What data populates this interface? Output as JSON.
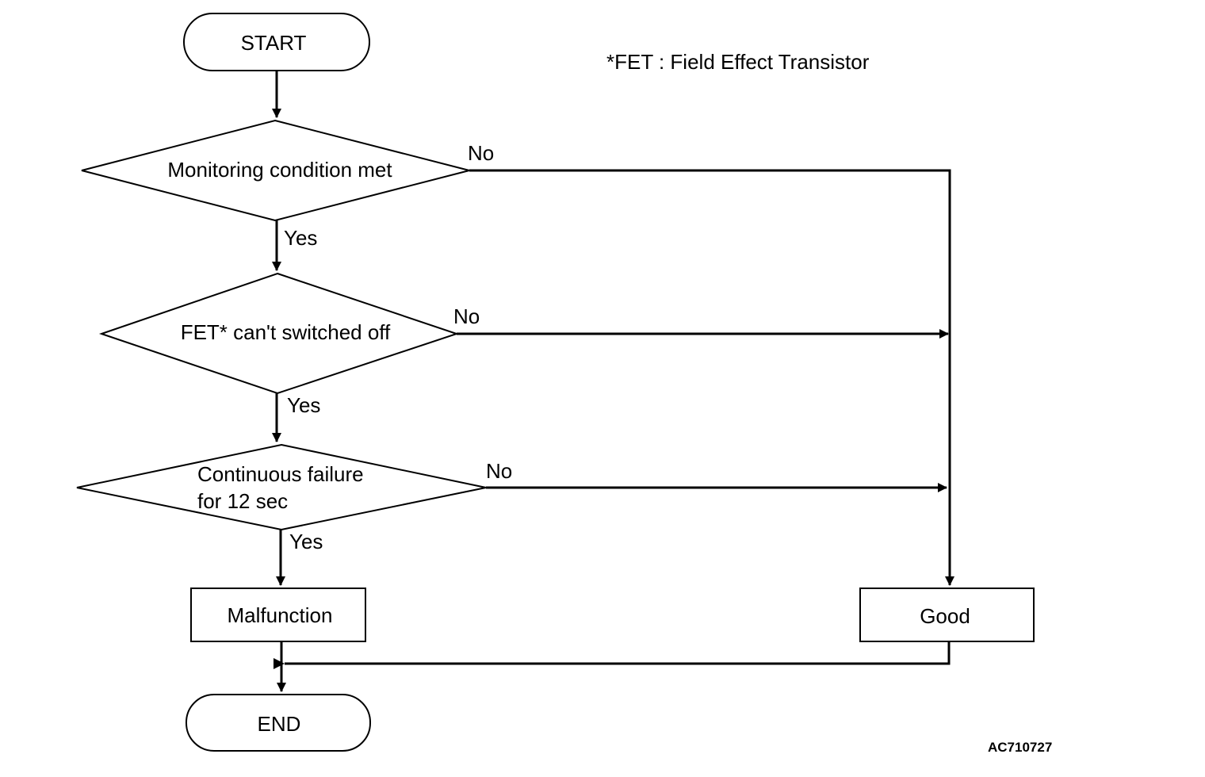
{
  "note": "*FET : Field Effect Transistor",
  "figure_code": "AC710727",
  "nodes": {
    "start": "START",
    "decision1": "Monitoring condition met",
    "decision2": "FET* can't switched off",
    "decision3_line1": "Continuous failure",
    "decision3_line2": "for 12 sec",
    "malfunction": "Malfunction",
    "good": "Good",
    "end": "END"
  },
  "edges": {
    "d1_yes": "Yes",
    "d1_no": "No",
    "d2_yes": "Yes",
    "d2_no": "No",
    "d3_yes": "Yes",
    "d3_no": "No"
  }
}
